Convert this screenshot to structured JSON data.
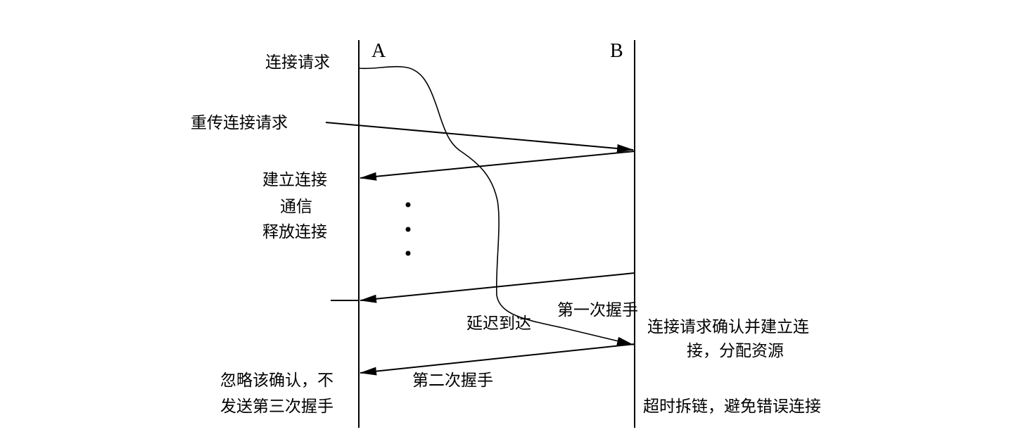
{
  "hosts": {
    "a": "A",
    "b": "B"
  },
  "labels": {
    "conn_request": "连接请求",
    "retransmit_request": "重传连接请求",
    "establish": "建立连接",
    "communicate": "通信",
    "release": "释放连接",
    "first_handshake": "第一次握手",
    "delayed_arrival": "延迟到达",
    "confirm_line1": "连接请求确认并建立连",
    "confirm_line2": "接，分配资源",
    "second_handshake": "第二次握手",
    "ignore_line1": "忽略该确认，不",
    "ignore_line2": "发送第三次握手",
    "timeout": "超时拆链，避免错误连接"
  },
  "colors": {
    "ink": "#000000",
    "background": "#ffffff"
  }
}
